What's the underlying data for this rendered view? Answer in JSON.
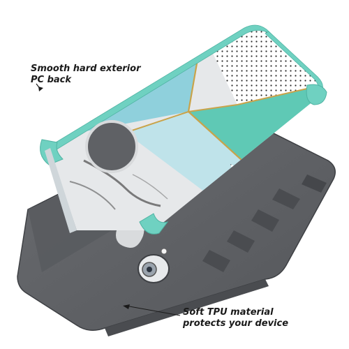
{
  "callouts": {
    "exterior_line1": "Smooth hard exterior",
    "exterior_line2": "PC back",
    "interior_line1": "Soft TPU material",
    "interior_line2": "protects your device"
  },
  "colors": {
    "tpu_gray": "#5f6165",
    "tpu_gray_dark": "#4a4c50",
    "mint": "#5fc9b5",
    "sky_blue": "#8fd0dc",
    "marble": "#e6e8ea",
    "gold_line": "#c9a34a",
    "bumper_mint": "#6fd1c1"
  }
}
